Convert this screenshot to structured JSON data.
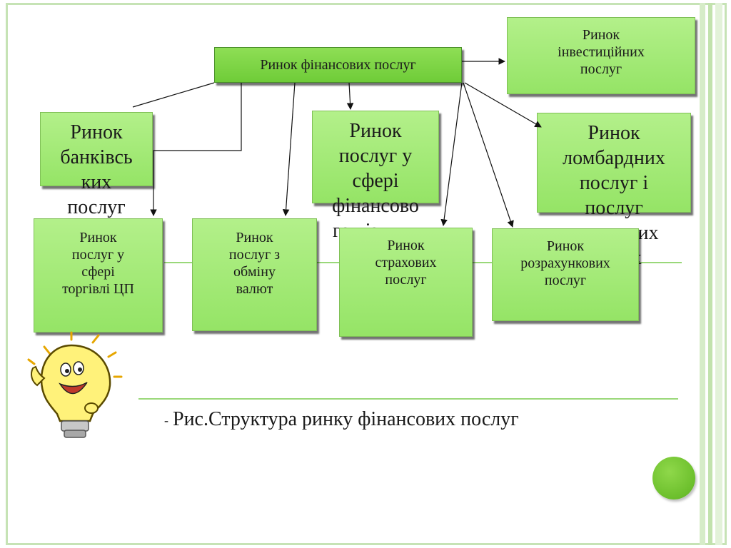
{
  "diagram": {
    "center": "Ринок фінансових послуг",
    "investment": [
      "Ринок",
      "інвестиційних",
      "послуг"
    ],
    "banking": [
      "Ринок",
      "банківсь",
      "ких",
      "послуг"
    ],
    "financial_leasing": [
      "Ринок",
      "послуг у",
      "сфері",
      "фінансово",
      "го лізингу"
    ],
    "pawnshop": [
      "Ринок",
      "ломбардних",
      "послуг і",
      "послуг",
      "кредитних",
      "спілок"
    ],
    "securities_trade": [
      "Ринок",
      "послуг у",
      "сфері",
      "торгівлі ЦП"
    ],
    "currency_exchange": [
      "Ринок",
      "послуг з",
      "обміну",
      "валют"
    ],
    "insurance": [
      "Ринок",
      "страхових",
      "послуг"
    ],
    "settlement": [
      "Ринок",
      "розрахункових",
      "послуг"
    ]
  },
  "caption": {
    "dash": "-",
    "text": "Рис.Структура ринку фінансових послуг"
  },
  "colors": {
    "box_fill": "#a6ec78",
    "center_fill": "#7fd646",
    "frame": "#c6e3b5",
    "accent_dot": "#72c431",
    "bulb": "#fff27a"
  },
  "icons": [
    "lightbulb-mascot-icon",
    "green-circle-icon"
  ]
}
